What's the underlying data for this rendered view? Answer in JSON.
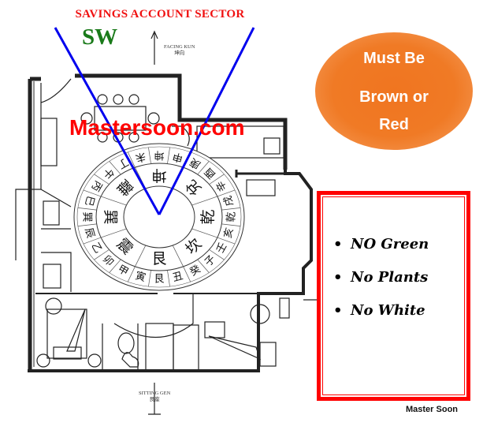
{
  "title": "SAVINGS ACCOUNT SECTOR",
  "direction": "SW",
  "facing": {
    "label": "FACING KUN",
    "chinese": "坤向"
  },
  "sitting": {
    "label": "SITTING GEN",
    "chinese": "艮座"
  },
  "watermark": "Mastersoon.com",
  "bubble": {
    "line1": "Must Be",
    "line2": "Brown or",
    "line3": "Red",
    "color": "#f07520"
  },
  "rules": [
    "NO  Green",
    "No  Plants",
    "No White"
  ],
  "credit": "Master Soon",
  "compass": {
    "trigrams": [
      "坤",
      "兌",
      "乾",
      "坎",
      "艮",
      "震",
      "巽",
      "離"
    ],
    "mountains": [
      "坤",
      "申",
      "庚",
      "酉",
      "辛",
      "戌",
      "乾",
      "亥",
      "壬",
      "子",
      "癸",
      "丑",
      "艮",
      "寅",
      "甲",
      "卯",
      "乙",
      "辰",
      "巽",
      "巳",
      "丙",
      "午",
      "丁",
      "未"
    ]
  },
  "colors": {
    "sector_lines": "#0000ee",
    "title": "#f01010",
    "direction": "#1a7a1a",
    "box_border": "#ff0000"
  }
}
